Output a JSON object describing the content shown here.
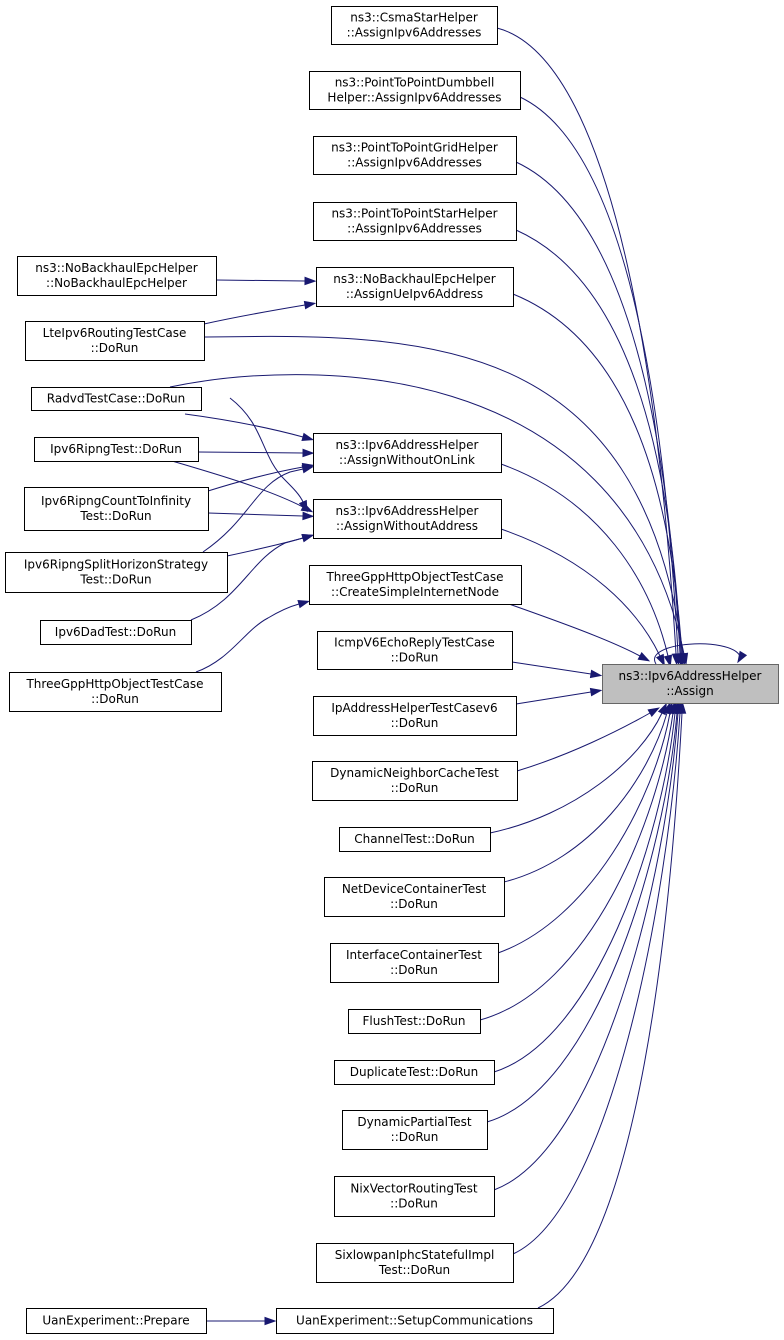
{
  "graph": {
    "type": "caller-graph",
    "colors": {
      "edge": "#191970",
      "target_fill": "#bfbfbf",
      "node_border": "#000000",
      "node_fill": "#ffffff"
    },
    "target": {
      "id": "target",
      "lines": [
        "ns3::Ipv6AddressHelper",
        "::Assign"
      ]
    },
    "nodes": [
      {
        "id": "csma_star",
        "lines": [
          "ns3::CsmaStarHelper",
          "::AssignIpv6Addresses"
        ]
      },
      {
        "id": "p2p_dumbbell",
        "lines": [
          "ns3::PointToPointDumbbell",
          "Helper::AssignIpv6Addresses"
        ]
      },
      {
        "id": "p2p_grid",
        "lines": [
          "ns3::PointToPointGridHelper",
          "::AssignIpv6Addresses"
        ]
      },
      {
        "id": "p2p_star",
        "lines": [
          "ns3::PointToPointStarHelper",
          "::AssignIpv6Addresses"
        ]
      },
      {
        "id": "nobackhaul_ctor",
        "lines": [
          "ns3::NoBackhaulEpcHelper",
          "::NoBackhaulEpcHelper"
        ]
      },
      {
        "id": "nobackhaul_assign",
        "lines": [
          "ns3::NoBackhaulEpcHelper",
          "::AssignUeIpv6Address"
        ]
      },
      {
        "id": "lte_ipv6",
        "lines": [
          "LteIpv6RoutingTestCase",
          "::DoRun"
        ]
      },
      {
        "id": "radvd",
        "lines": [
          "RadvdTestCase::DoRun"
        ]
      },
      {
        "id": "ipv6_ripng",
        "lines": [
          "Ipv6RipngTest::DoRun"
        ]
      },
      {
        "id": "assign_without_onlink",
        "lines": [
          "ns3::Ipv6AddressHelper",
          "::AssignWithoutOnLink"
        ]
      },
      {
        "id": "ripng_count",
        "lines": [
          "Ipv6RipngCountToInfinity",
          "Test::DoRun"
        ]
      },
      {
        "id": "assign_without_address",
        "lines": [
          "ns3::Ipv6AddressHelper",
          "::AssignWithoutAddress"
        ]
      },
      {
        "id": "ripng_split",
        "lines": [
          "Ipv6RipngSplitHorizonStrategy",
          "Test::DoRun"
        ]
      },
      {
        "id": "threegpp_create",
        "lines": [
          "ThreeGppHttpObjectTestCase",
          "::CreateSimpleInternetNode"
        ]
      },
      {
        "id": "dad",
        "lines": [
          "Ipv6DadTest::DoRun"
        ]
      },
      {
        "id": "threegpp_dorun",
        "lines": [
          "ThreeGppHttpObjectTestCase",
          "::DoRun"
        ]
      },
      {
        "id": "icmpv6",
        "lines": [
          "IcmpV6EchoReplyTestCase",
          "::DoRun"
        ]
      },
      {
        "id": "ipaddr_v6",
        "lines": [
          "IpAddressHelperTestCasev6",
          "::DoRun"
        ]
      },
      {
        "id": "dyn_neighbor",
        "lines": [
          "DynamicNeighborCacheTest",
          "::DoRun"
        ]
      },
      {
        "id": "channel",
        "lines": [
          "ChannelTest::DoRun"
        ]
      },
      {
        "id": "netdevice",
        "lines": [
          "NetDeviceContainerTest",
          "::DoRun"
        ]
      },
      {
        "id": "interface",
        "lines": [
          "InterfaceContainerTest",
          "::DoRun"
        ]
      },
      {
        "id": "flush",
        "lines": [
          "FlushTest::DoRun"
        ]
      },
      {
        "id": "duplicate",
        "lines": [
          "DuplicateTest::DoRun"
        ]
      },
      {
        "id": "dyn_partial",
        "lines": [
          "DynamicPartialTest",
          "::DoRun"
        ]
      },
      {
        "id": "nixvector",
        "lines": [
          "NixVectorRoutingTest",
          "::DoRun"
        ]
      },
      {
        "id": "sixlowpan",
        "lines": [
          "SixlowpanIphcStatefulImpl",
          "Test::DoRun"
        ]
      },
      {
        "id": "uan_prepare",
        "lines": [
          "UanExperiment::Prepare"
        ]
      },
      {
        "id": "uan_setup",
        "lines": [
          "UanExperiment::SetupCommunications"
        ]
      }
    ],
    "edges": [
      {
        "from": "csma_star",
        "to": "target"
      },
      {
        "from": "p2p_dumbbell",
        "to": "target"
      },
      {
        "from": "p2p_grid",
        "to": "target"
      },
      {
        "from": "p2p_star",
        "to": "target"
      },
      {
        "from": "nobackhaul_ctor",
        "to": "nobackhaul_assign"
      },
      {
        "from": "lte_ipv6",
        "to": "nobackhaul_assign"
      },
      {
        "from": "nobackhaul_assign",
        "to": "target"
      },
      {
        "from": "lte_ipv6",
        "to": "target"
      },
      {
        "from": "radvd",
        "to": "target"
      },
      {
        "from": "radvd",
        "to": "assign_without_onlink"
      },
      {
        "from": "radvd",
        "to": "assign_without_address"
      },
      {
        "from": "ipv6_ripng",
        "to": "assign_without_onlink"
      },
      {
        "from": "ipv6_ripng",
        "to": "assign_without_address"
      },
      {
        "from": "ripng_count",
        "to": "assign_without_onlink"
      },
      {
        "from": "ripng_count",
        "to": "assign_without_address"
      },
      {
        "from": "ripng_split",
        "to": "assign_without_onlink"
      },
      {
        "from": "ripng_split",
        "to": "assign_without_address"
      },
      {
        "from": "dad",
        "to": "assign_without_address"
      },
      {
        "from": "assign_without_onlink",
        "to": "target"
      },
      {
        "from": "assign_without_address",
        "to": "target"
      },
      {
        "from": "threegpp_dorun",
        "to": "threegpp_create"
      },
      {
        "from": "threegpp_create",
        "to": "target"
      },
      {
        "from": "target",
        "to": "target"
      },
      {
        "from": "icmpv6",
        "to": "target"
      },
      {
        "from": "ipaddr_v6",
        "to": "target"
      },
      {
        "from": "dyn_neighbor",
        "to": "target"
      },
      {
        "from": "channel",
        "to": "target"
      },
      {
        "from": "netdevice",
        "to": "target"
      },
      {
        "from": "interface",
        "to": "target"
      },
      {
        "from": "flush",
        "to": "target"
      },
      {
        "from": "duplicate",
        "to": "target"
      },
      {
        "from": "dyn_partial",
        "to": "target"
      },
      {
        "from": "nixvector",
        "to": "target"
      },
      {
        "from": "sixlowpan",
        "to": "target"
      },
      {
        "from": "uan_prepare",
        "to": "uan_setup"
      },
      {
        "from": "uan_setup",
        "to": "target"
      }
    ]
  }
}
